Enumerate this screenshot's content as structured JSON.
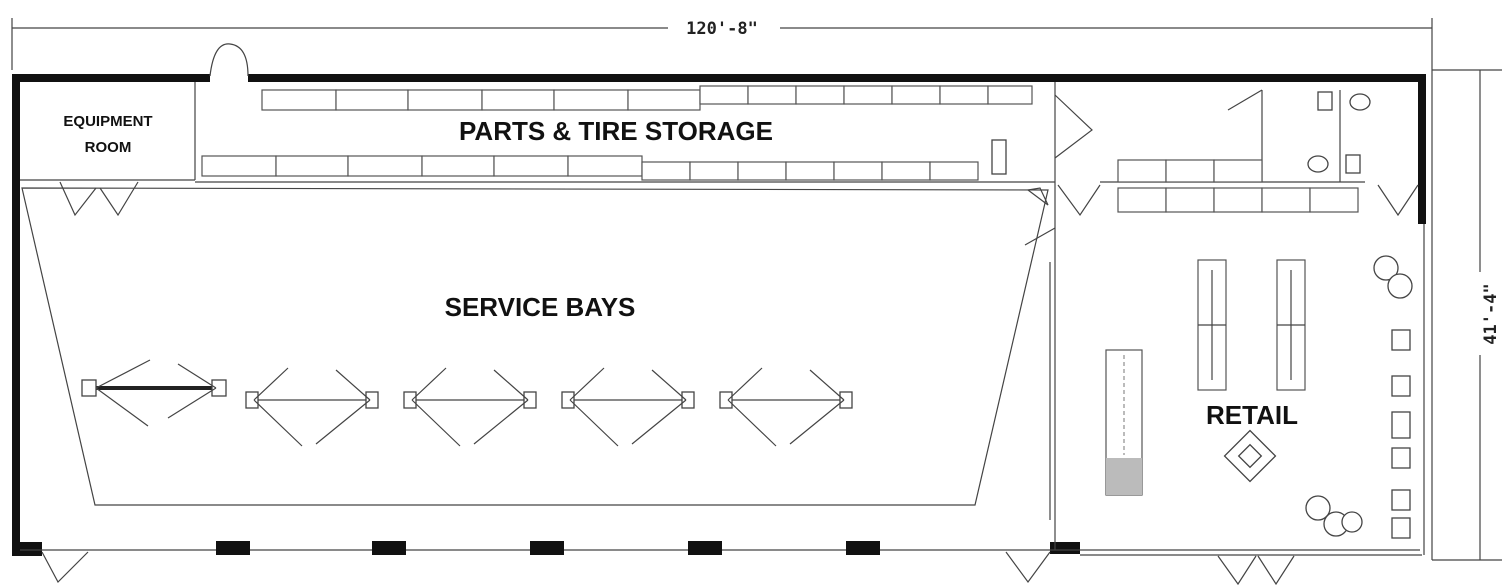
{
  "dimensions": {
    "width": "120'-8\"",
    "depth": "41'-4\""
  },
  "rooms": {
    "equipment_line1": "EQUIPMENT",
    "equipment_line2": "ROOM",
    "parts_storage": "PARTS & TIRE STORAGE",
    "service_bays": "SERVICE BAYS",
    "retail": "RETAIL"
  },
  "service_lifts": {
    "count": 5
  },
  "bay_doors": {
    "count": 6
  }
}
